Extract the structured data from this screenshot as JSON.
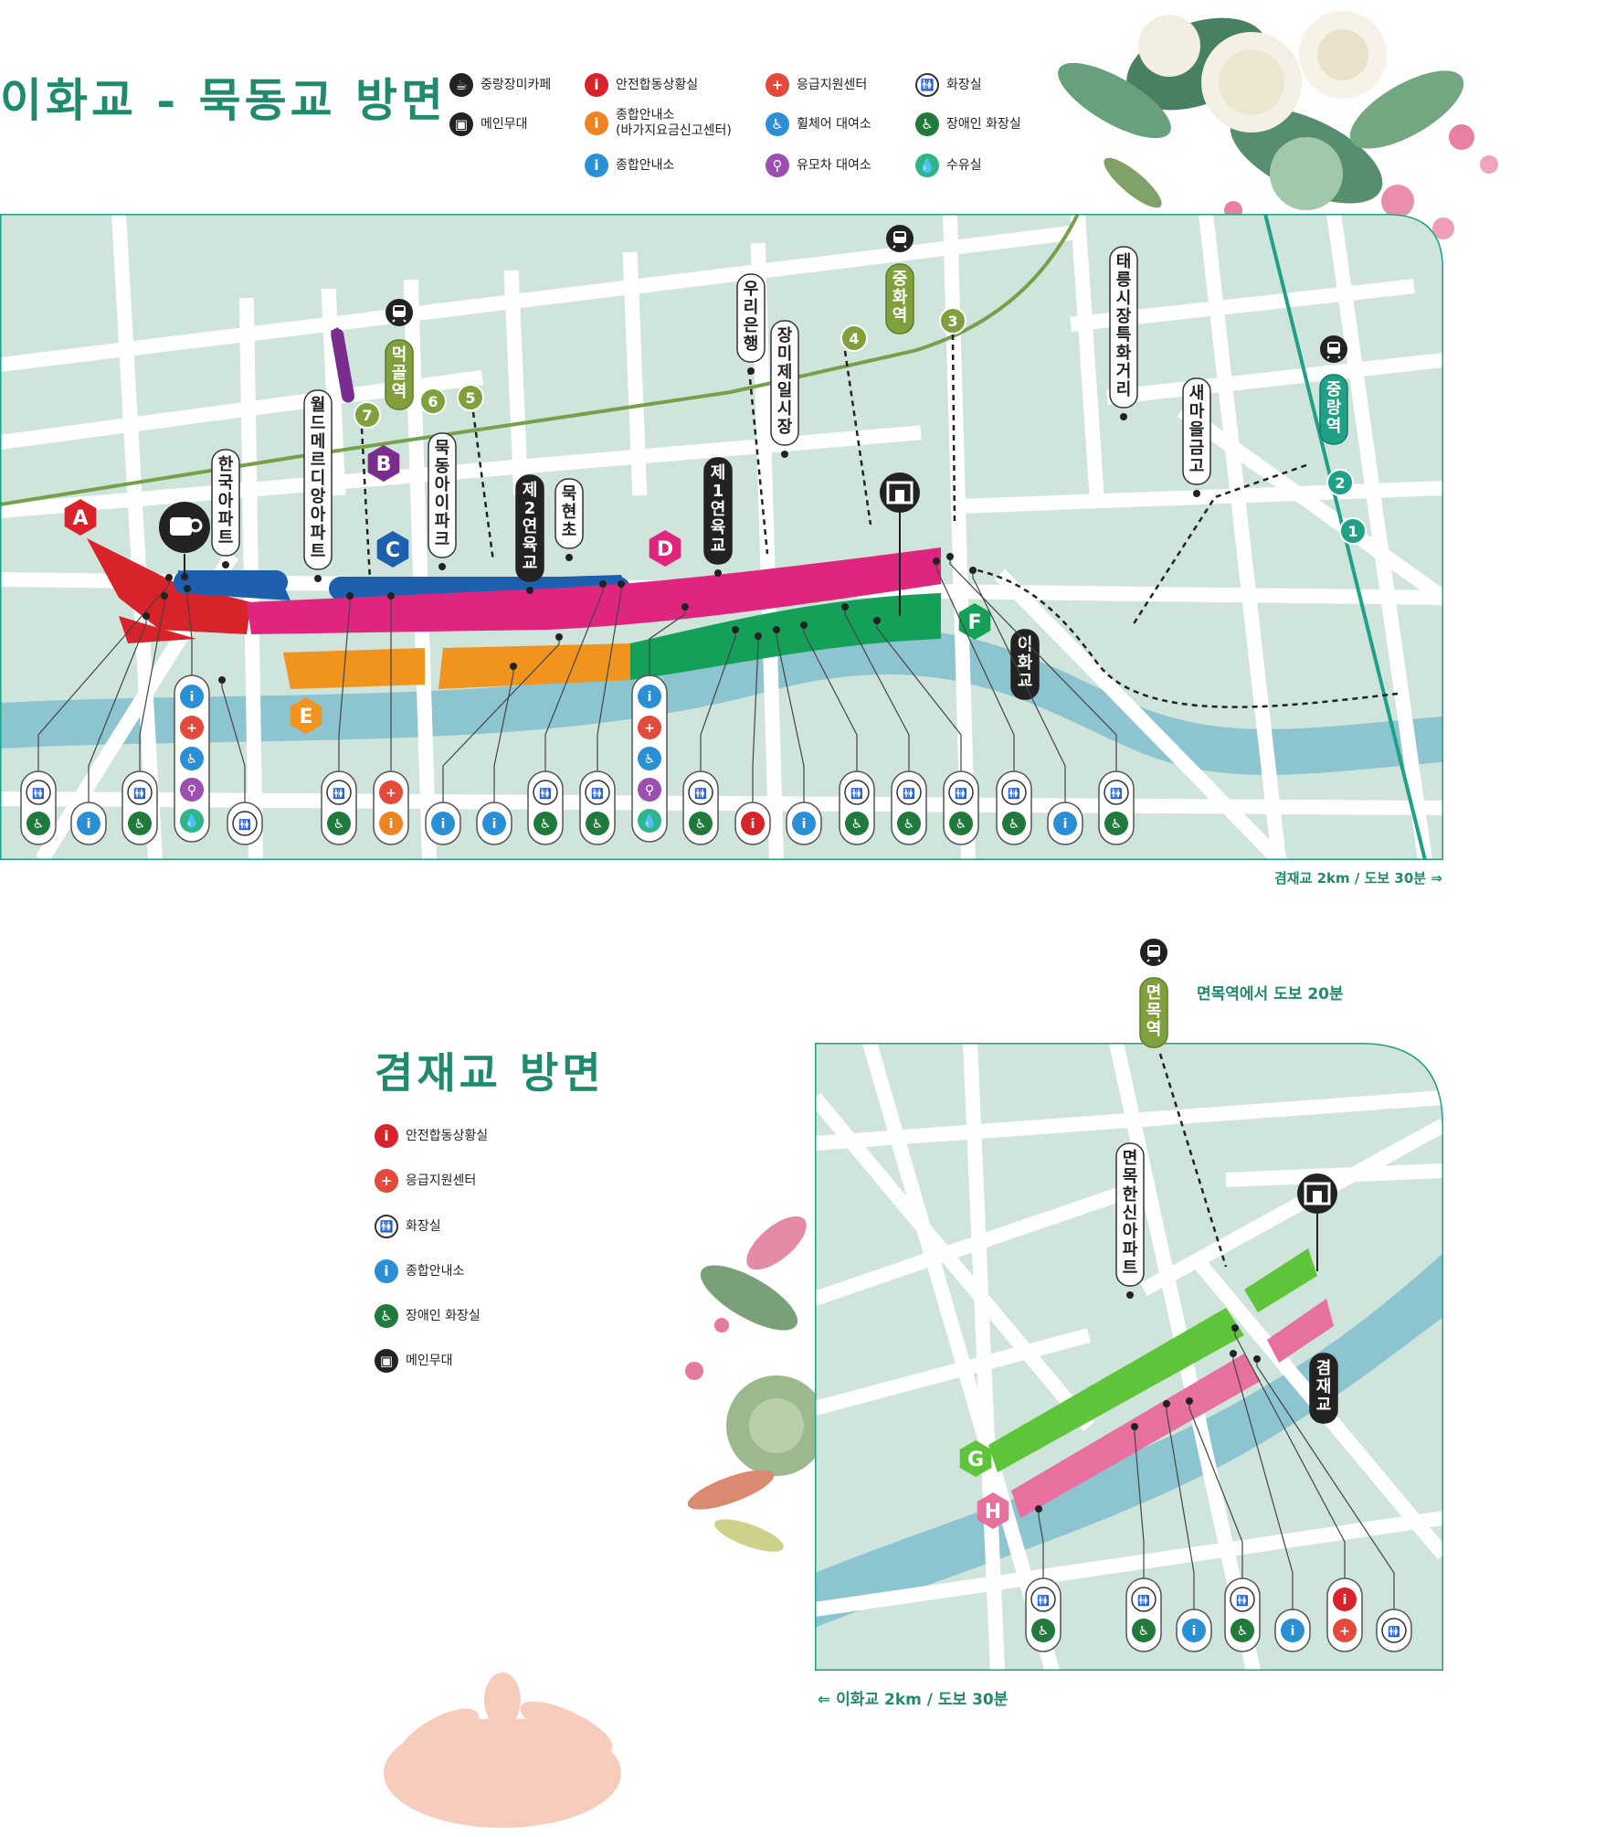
{
  "top_section": {
    "title": "이화교 - 묵동교 방면",
    "legend": [
      {
        "icon": "coffee-cup-icon",
        "color": "#222222",
        "label": "중랑장미카페"
      },
      {
        "icon": "stage-icon",
        "color": "#222222",
        "label": "메인무대"
      },
      {
        "icon": "info-icon",
        "color": "#d8232a",
        "label": "안전합동상황실"
      },
      {
        "icon": "info-icon",
        "color": "#ee8421",
        "label": "종합안내소\n(바가지요금신고센터)"
      },
      {
        "icon": "info-icon",
        "color": "#2b8fd6",
        "label": "종합안내소"
      },
      {
        "icon": "first-aid-cross-icon",
        "color": "#e34a3c",
        "label": "응급지원센터"
      },
      {
        "icon": "wheelchair-icon",
        "color": "#2b8fd6",
        "label": "휠체어 대여소"
      },
      {
        "icon": "stroller-icon",
        "color": "#9b4fb0",
        "label": "유모차 대여소"
      },
      {
        "icon": "restroom-icon",
        "color": "#ffffff",
        "label": "화장실"
      },
      {
        "icon": "accessible-restroom-icon",
        "color": "#1f7a3c",
        "label": "장애인 화장실"
      },
      {
        "icon": "nursing-room-drop-icon",
        "color": "#2fb58a",
        "label": "수유실"
      }
    ],
    "zones": [
      "A",
      "B",
      "C",
      "D",
      "E",
      "F"
    ],
    "zone_colors": {
      "A": "#d8232a",
      "B": "#7b2d8e",
      "C": "#1f5fb0",
      "D": "#e0257e",
      "E": "#f0941e",
      "F": "#15a05a"
    },
    "stations": [
      {
        "name": "먹골역",
        "exits": [
          "7",
          "6",
          "5"
        ]
      },
      {
        "name": "중화역",
        "exits": [
          "4",
          "3"
        ]
      },
      {
        "name": "중랑역",
        "exits": [
          "2",
          "1"
        ]
      }
    ],
    "landmarks": [
      "한국 아파트",
      "월드메르디앙아파트",
      "묵동아이파크",
      "제2연육교",
      "묵현초",
      "제1연육교",
      "우리은행",
      "장미제일시장",
      "태릉시장특화거리",
      "새마을금고",
      "이화교"
    ],
    "bottom_note": "겸재교 2km / 도보 30분 ⇒"
  },
  "bottom_section": {
    "title": "겸재교 방면",
    "legend": [
      {
        "icon": "info-icon",
        "color": "#d8232a",
        "label": "안전합동상황실"
      },
      {
        "icon": "first-aid-cross-icon",
        "color": "#e34a3c",
        "label": "응급지원센터"
      },
      {
        "icon": "restroom-icon",
        "color": "#ffffff",
        "label": "화장실"
      },
      {
        "icon": "info-icon",
        "color": "#2b8fd6",
        "label": "종합안내소"
      },
      {
        "icon": "accessible-restroom-icon",
        "color": "#1f7a3c",
        "label": "장애인 화장실"
      },
      {
        "icon": "stage-icon",
        "color": "#222222",
        "label": "메인무대"
      }
    ],
    "zones": [
      "G",
      "H"
    ],
    "zone_colors": {
      "G": "#5ec43a",
      "H": "#e8709e"
    },
    "station": "면목역",
    "station_note": "면목역에서 도보 20분",
    "landmarks": [
      "면목한신아파트",
      "겸재교"
    ],
    "bottom_note": "⇐ 이화교 2km / 도보 30분"
  },
  "glyphs": {
    "info": "i",
    "cross": "+",
    "wheelchair": "♿",
    "stroller": "⚲",
    "restroom": "🚻",
    "coffee": "☕",
    "stage": "▣",
    "train": "🚆",
    "drop": "💧"
  }
}
